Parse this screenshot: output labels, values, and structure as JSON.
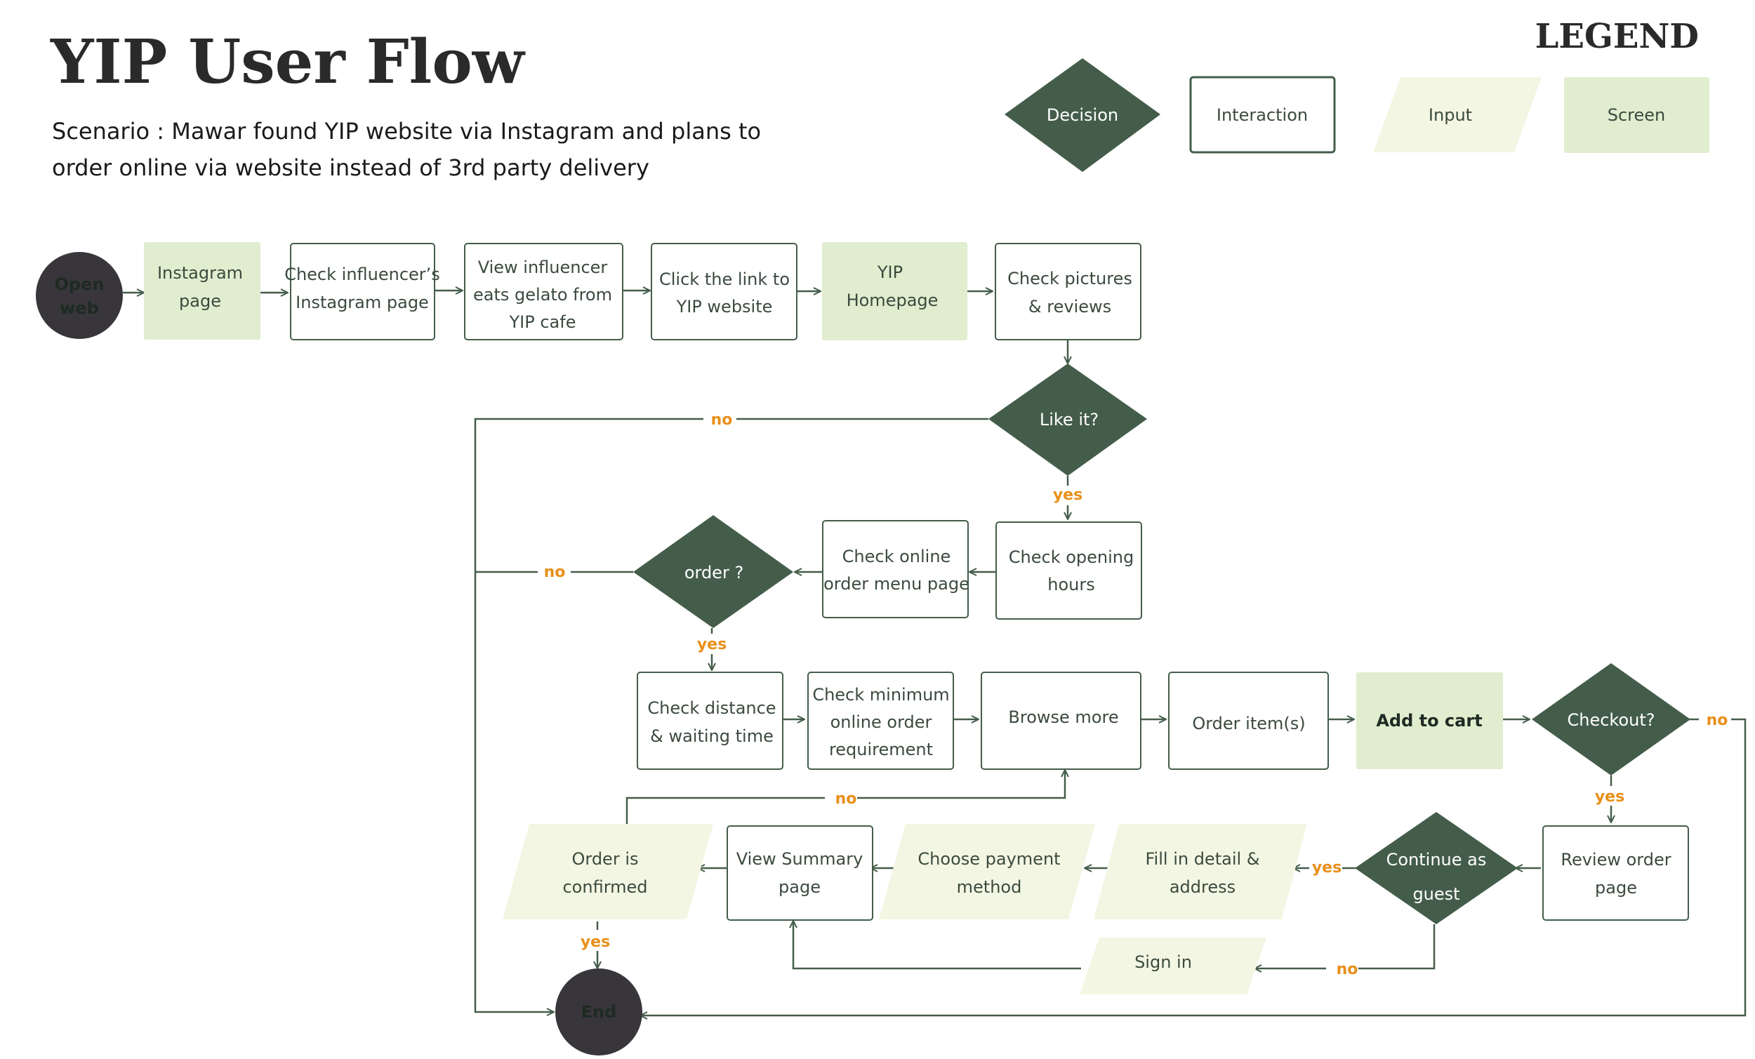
{
  "title": "YIP User Flow",
  "subtitle_lines": [
    "Scenario : Mawar found YIP website via Instagram and plans to",
    "order online via website instead of 3rd party delivery"
  ],
  "legend": {
    "title": "LEGEND",
    "decision": "Decision",
    "interaction": "Interaction",
    "input": "Input",
    "screen": "Screen"
  },
  "colors": {
    "dark_green": "#445d4a",
    "light_green": "#e0edcf",
    "input_fill": "#f3f6e3",
    "terminal": "#38363b",
    "edge_label": "#e8901a",
    "line": "#445d4a"
  },
  "nodes": {
    "open_web": [
      "Open",
      "web"
    ],
    "instagram_page": [
      "Instagram",
      "page"
    ],
    "check_influencer": [
      "Check influencer’s",
      "Instagram page"
    ],
    "view_influencer": [
      "View influencer",
      "eats gelato from",
      "YIP cafe"
    ],
    "click_link": [
      "Click the link to",
      "YIP website"
    ],
    "yip_homepage": [
      "YIP",
      "Homepage"
    ],
    "check_pictures": [
      "Check pictures",
      "& reviews"
    ],
    "like_it": [
      "Like it?"
    ],
    "check_opening": [
      "Check opening",
      "hours"
    ],
    "check_online_menu": [
      "Check online",
      "order menu page"
    ],
    "order_decision": [
      "order ?"
    ],
    "check_distance": [
      "Check distance",
      "& waiting time"
    ],
    "check_minimum": [
      "Check minimum",
      "online order",
      "requirement"
    ],
    "browse_more": [
      "Browse more"
    ],
    "order_items": [
      "Order item(s)"
    ],
    "add_to_cart": [
      "Add to cart"
    ],
    "checkout": [
      "Checkout?"
    ],
    "review_order": [
      "Review order",
      "page"
    ],
    "continue_guest": [
      "Continue as",
      "guest"
    ],
    "fill_detail": [
      "Fill in detail &",
      "address"
    ],
    "choose_payment": [
      "Choose payment",
      "method"
    ],
    "view_summary": [
      "View Summary",
      "page"
    ],
    "order_confirmed": [
      "Order is",
      "confirmed"
    ],
    "sign_in": [
      "Sign in"
    ],
    "end": [
      "End"
    ]
  },
  "edge_labels": {
    "like_no": "no",
    "like_yes": "yes",
    "order_no": "no",
    "order_yes": "yes",
    "checkout_no": "no",
    "checkout_yes": "yes",
    "guest_yes": "yes",
    "guest_no": "no",
    "confirmed_no": "no",
    "confirmed_yes": "yes"
  }
}
